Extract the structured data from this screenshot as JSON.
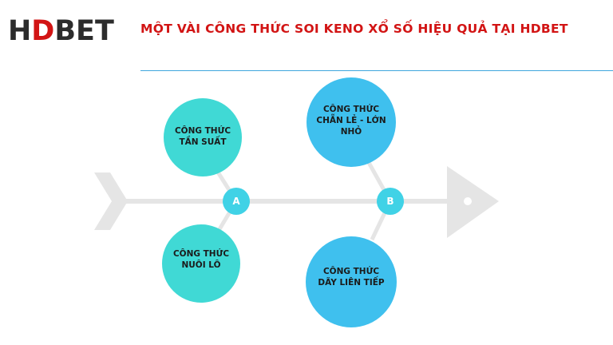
{
  "brand": {
    "logo_text": "HDBET"
  },
  "header": {
    "title": "MỘT VÀI CÔNG THỨC SOI KENO XỔ SỐ HIỆU QUẢ TẠI HDBET"
  },
  "nodes": [
    {
      "label": "A"
    },
    {
      "label": "B"
    }
  ],
  "bubbles": [
    {
      "line1": "CÔNG THỨC",
      "line2": "TẦN SUẤT",
      "line3": ""
    },
    {
      "line1": "CÔNG THỨC",
      "line2": "NUÔI LÔ",
      "line3": ""
    },
    {
      "line1": "CÔNG THỨC",
      "line2": "CHẴN LẺ - LỚN",
      "line3": "NHỎ"
    },
    {
      "line1": "CÔNG THỨC",
      "line2": "DÃY LIÊN TIẾP",
      "line3": ""
    }
  ],
  "colors": {
    "teal": "#40d9d5",
    "blue": "#3fc0ee",
    "node": "#40d2e6",
    "spine": "#e3e3e3",
    "title": "#d21414",
    "rule": "#3fa7dd"
  }
}
